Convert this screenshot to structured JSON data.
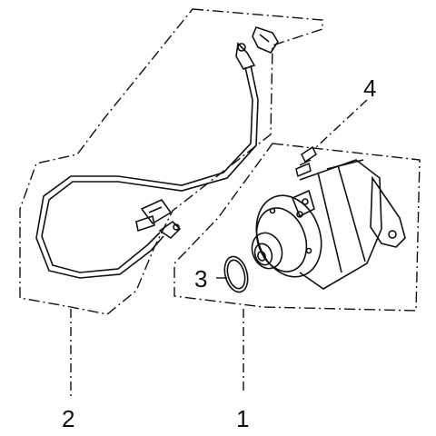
{
  "callouts": [
    {
      "id": "callout-1",
      "text": "1"
    },
    {
      "id": "callout-2",
      "text": "2"
    },
    {
      "id": "callout-3",
      "text": "3"
    },
    {
      "id": "callout-4",
      "text": "4"
    }
  ],
  "colors": {
    "line": "#111111",
    "background": "#ffffff"
  }
}
